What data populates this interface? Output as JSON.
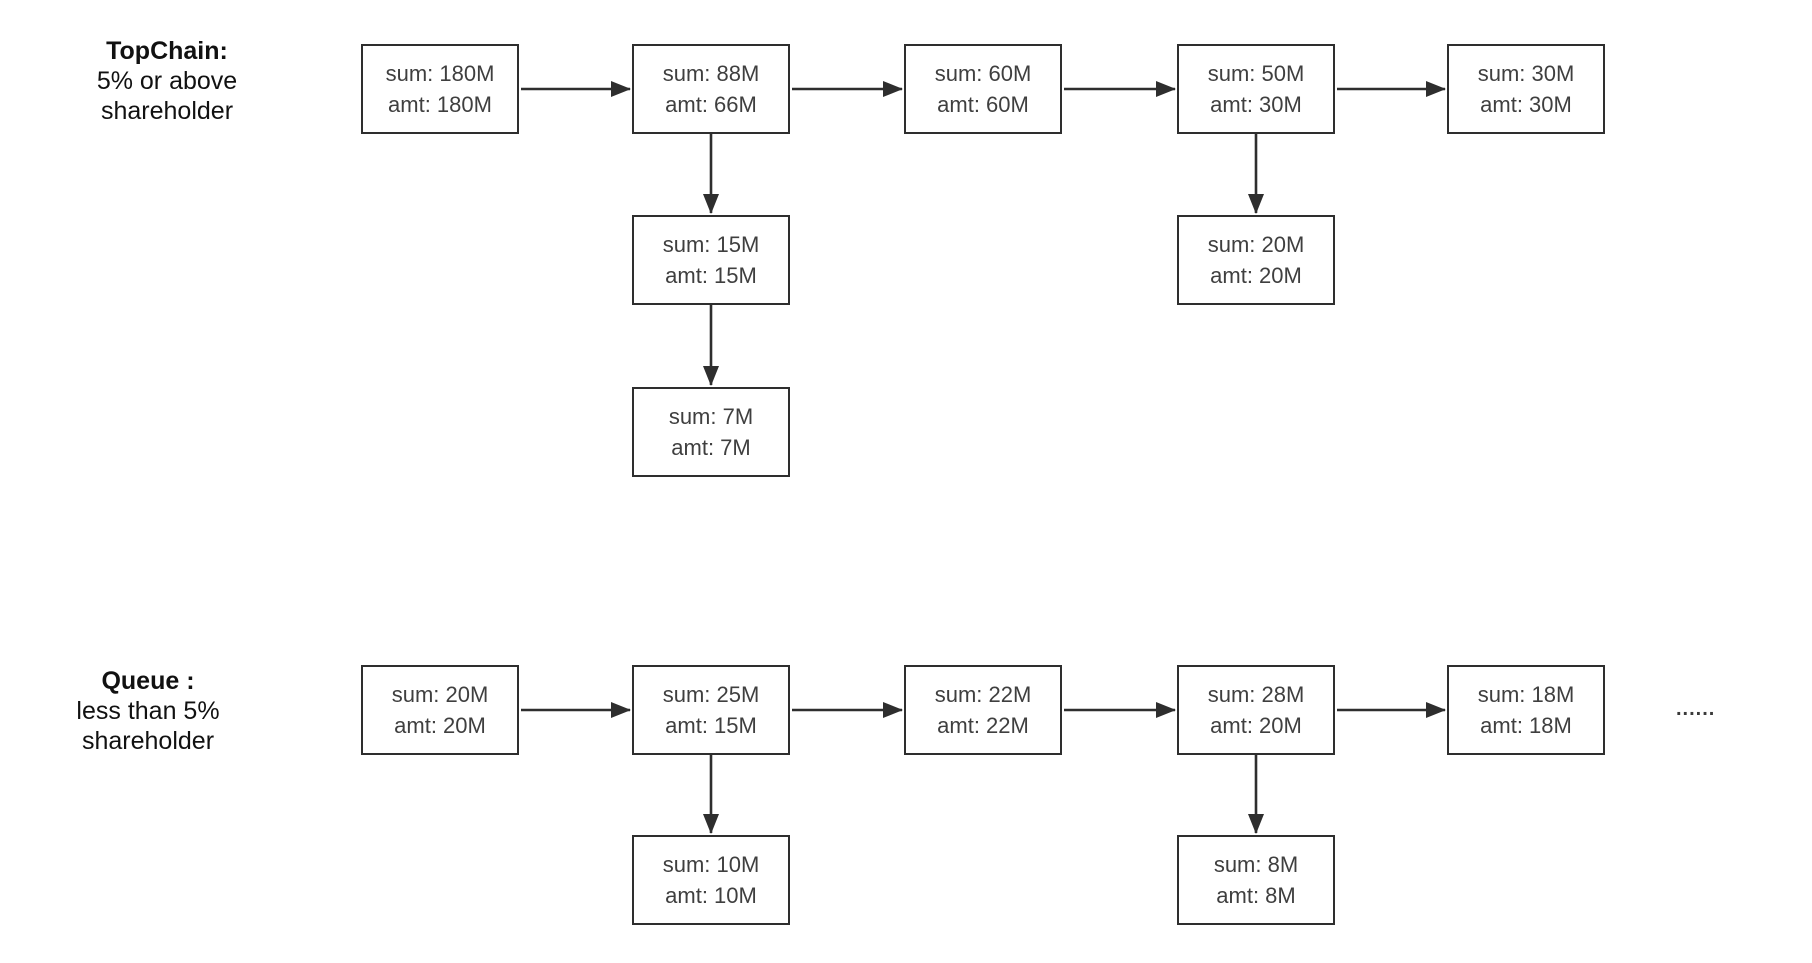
{
  "topchain": {
    "heading": {
      "line1": "TopChain:",
      "line2": "5% or above",
      "line3": "shareholder"
    },
    "nodes": {
      "n1": {
        "sum": "sum: 180M",
        "amt": "amt: 180M"
      },
      "n2": {
        "sum": "sum: 88M",
        "amt": "amt: 66M"
      },
      "n3": {
        "sum": "sum: 60M",
        "amt": "amt: 60M"
      },
      "n4": {
        "sum": "sum: 50M",
        "amt": "amt: 30M"
      },
      "n5": {
        "sum": "sum: 30M",
        "amt": "amt: 30M"
      },
      "n2_child": {
        "sum": "sum: 15M",
        "amt": "amt: 15M"
      },
      "n2_grandchild": {
        "sum": "sum: 7M",
        "amt": "amt: 7M"
      },
      "n4_child": {
        "sum": "sum: 20M",
        "amt": "amt: 20M"
      }
    }
  },
  "queue": {
    "heading": {
      "line1": "Queue :",
      "line2": "less than 5%",
      "line3": "shareholder"
    },
    "nodes": {
      "n1": {
        "sum": "sum: 20M",
        "amt": "amt: 20M"
      },
      "n2": {
        "sum": "sum: 25M",
        "amt": "amt: 15M"
      },
      "n3": {
        "sum": "sum: 22M",
        "amt": "amt: 22M"
      },
      "n4": {
        "sum": "sum: 28M",
        "amt": "amt: 20M"
      },
      "n5": {
        "sum": "sum: 18M",
        "amt": "amt: 18M"
      },
      "n2_child": {
        "sum": "sum: 10M",
        "amt": "amt: 10M"
      },
      "n4_child": {
        "sum": "sum: 8M",
        "amt": "amt: 8M"
      }
    },
    "ellipsis": "......"
  },
  "colors": {
    "stroke": "#2e2e2e",
    "node_text": "#3f3f3f",
    "heading_text": "#111111",
    "background": "#ffffff"
  }
}
